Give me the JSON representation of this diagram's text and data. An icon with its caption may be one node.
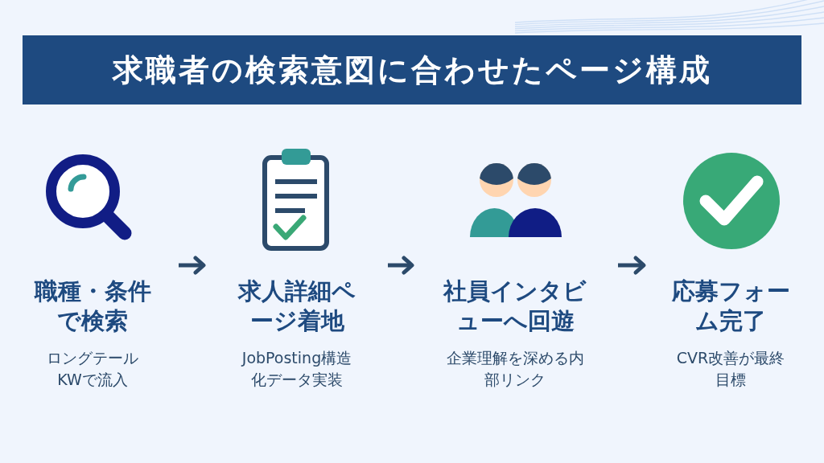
{
  "diagram": {
    "title": "求職者の検索意図に合わせたページ構成",
    "nodes": [
      {
        "text": [
          "職種・条件で検索",
          "ロングテールKWで流入"
        ]
      },
      {
        "text": [
          "求人詳細ページ着地",
          "JobPosting構造化データ実装"
        ]
      },
      {
        "text": [
          "社員インタビューへ回遊",
          "企業理解を深める内部リンク"
        ]
      },
      {
        "text": [
          "応募フォーム完了",
          "CVR改善が最終目標"
        ]
      }
    ],
    "edges": [
      {
        "from": 0,
        "to": 1,
        "arrow": "to"
      },
      {
        "from": 1,
        "to": 2,
        "arrow": "to"
      },
      {
        "from": 2,
        "to": 3,
        "arrow": "to"
      }
    ]
  }
}
